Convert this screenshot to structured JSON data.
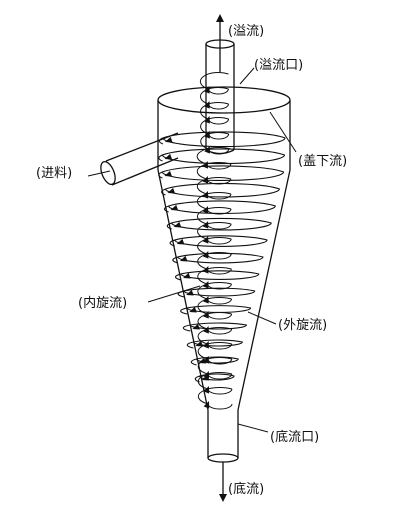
{
  "labels": {
    "overflow": "(溢流)",
    "overflow_outlet": "(溢流口)",
    "feed": "(进料)",
    "short_circuit_flow": "(盖下流)",
    "inner_vortex": "(内旋流)",
    "outer_vortex": "(外旋流)",
    "underflow_outlet": "(底流口)",
    "underflow": "(底流)"
  },
  "colors": {
    "line": "#111111",
    "background": "#ffffff"
  }
}
